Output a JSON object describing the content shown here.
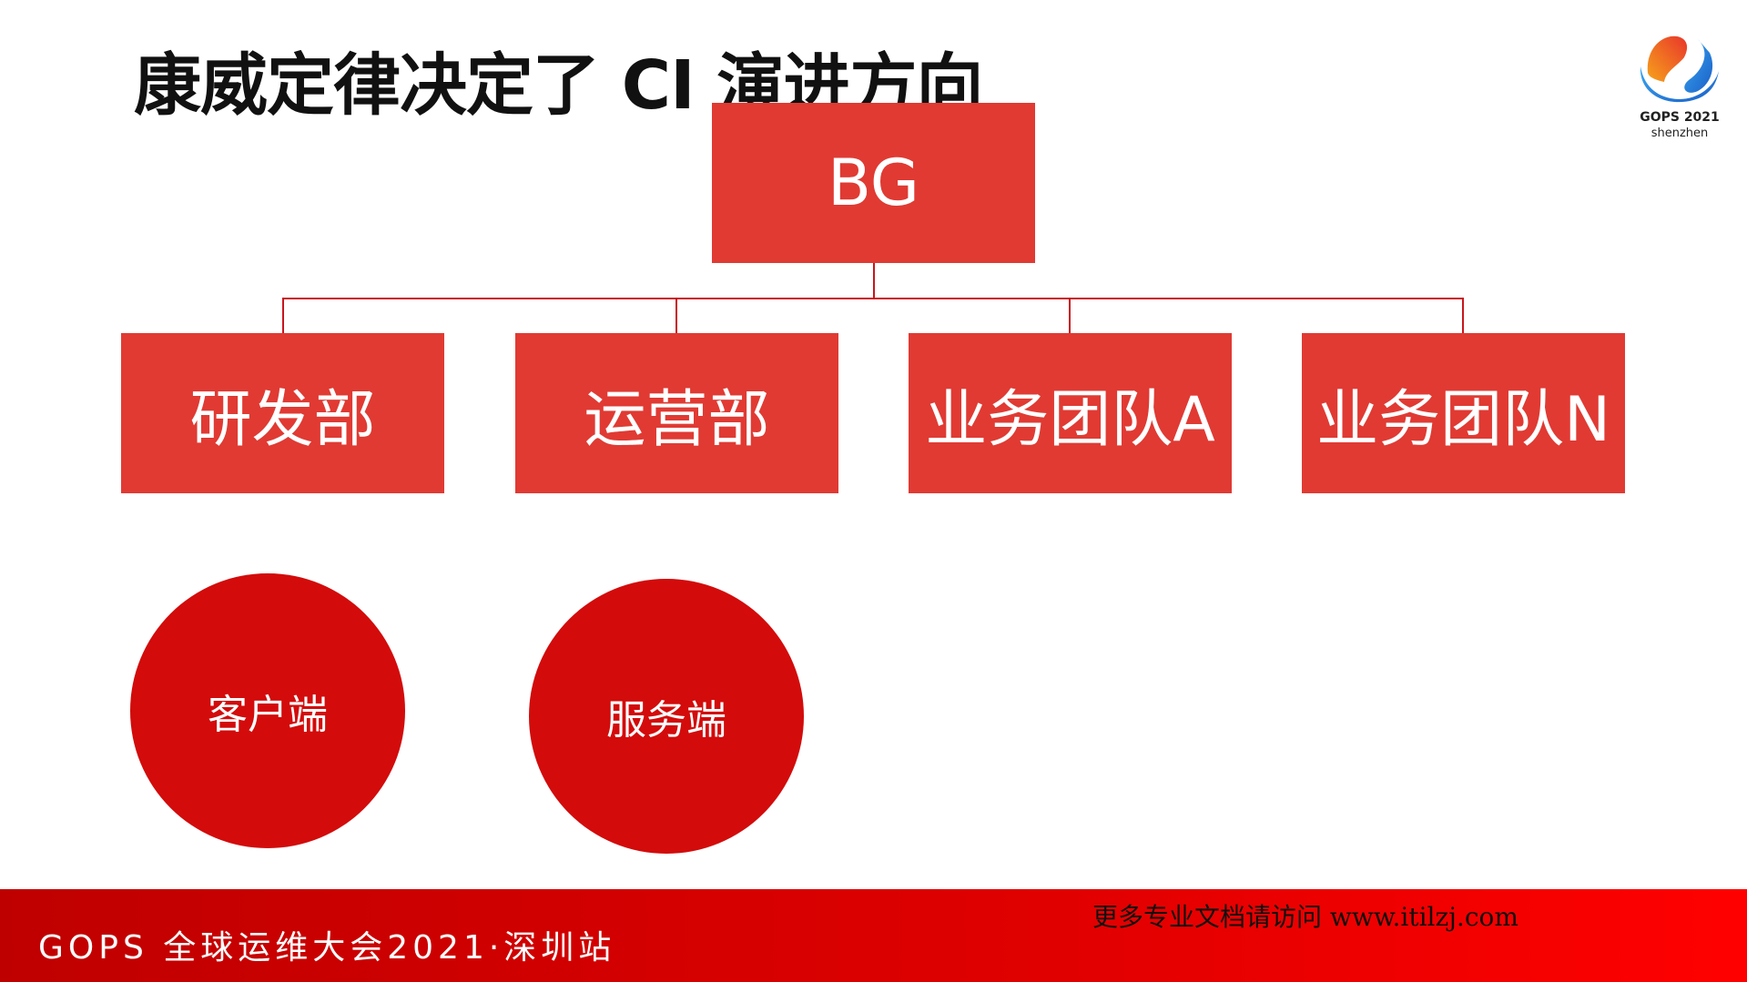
{
  "slide": {
    "title": "康威定律决定了 CI 演进方向",
    "org_chart": {
      "root": "BG",
      "departments": [
        "研发部",
        "运营部",
        "业务团队A",
        "业务团队N"
      ]
    },
    "circles": [
      "客户端",
      "服务端"
    ],
    "colors": {
      "box": "#e03a33",
      "circle": "#d30b0b",
      "connector": "#c8161d",
      "footer": "#d00000"
    }
  },
  "logo": {
    "line1": "GOPS 2021",
    "line2": "shenzhen"
  },
  "footer": {
    "event": "GOPS 全球运维大会2021·深圳站",
    "promo": "更多专业文档请访问 www.itilzj.com"
  }
}
